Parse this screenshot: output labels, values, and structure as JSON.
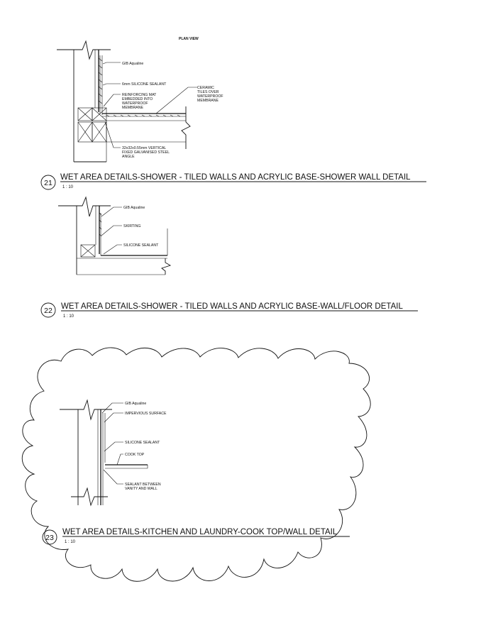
{
  "sheet": {
    "heading": "PLAN VIEW",
    "details": [
      {
        "number": "21",
        "title": "WET AREA DETAILS-SHOWER - TILED WALLS AND ACRYLIC BASE-SHOWER WALL DETAIL",
        "scale": "1 : 10",
        "labels": [
          "GIB Aqualine",
          "6mm SILICONE SEALANT",
          "REINFORCING MAT",
          "EMBEDDED INTO",
          "WATERPROOF",
          "MEMBRANE",
          "CERAMIC",
          "TILES OVER",
          "WATERPROOF",
          "MEMBRANE",
          "32x32x0.55mm VERTICAL",
          "FIXED GALVANISED STEEL",
          "ANGLE"
        ]
      },
      {
        "number": "22",
        "title": "WET AREA DETAILS-SHOWER - TILED WALLS AND ACRYLIC BASE-WALL/FLOOR DETAIL",
        "scale": "1 : 10",
        "labels": [
          "GIB Aqualine",
          "SKIRTING",
          "SILICONE SEALANT"
        ]
      },
      {
        "number": "23",
        "title": "WET AREA DETAILS-KITCHEN AND LAUNDRY-COOK TOP/WALL DETAIL",
        "scale": "1 : 10",
        "labels": [
          "GIB Aqualine",
          "IMPERVIOUS SURFACE",
          "SILICONE SEALANT",
          "COOK TOP",
          "SEALANT BETWEEN",
          "VANITY AND WALL"
        ]
      }
    ]
  }
}
